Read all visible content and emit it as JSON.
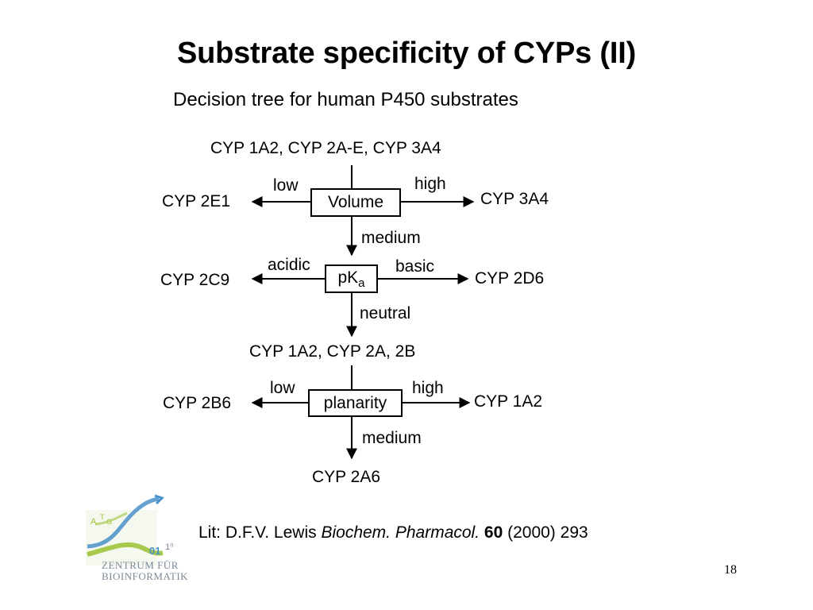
{
  "slide": {
    "title": "Substrate specificity of CYPs (II)",
    "subtitle": "Decision tree for human P450 substrates",
    "page_number": "18"
  },
  "tree": {
    "level1": {
      "top_label": "CYP 1A2, CYP 2A-E, CYP 3A4",
      "node": "Volume",
      "left_branch": "low",
      "left_result": "CYP 2E1",
      "right_branch": "high",
      "right_result": "CYP 3A4",
      "down_branch": "medium"
    },
    "level2": {
      "node_base": "pK",
      "node_sub": "a",
      "left_branch": "acidic",
      "left_result": "CYP 2C9",
      "right_branch": "basic",
      "right_result": "CYP 2D6",
      "down_branch": "neutral",
      "down_result": "CYP 1A2, CYP 2A, 2B"
    },
    "level3": {
      "node": "planarity",
      "left_branch": "low",
      "left_result": "CYP 2B6",
      "right_branch": "high",
      "right_result": "CYP 1A2",
      "down_branch": "medium",
      "down_result": "CYP 2A6"
    }
  },
  "reference": {
    "prefix": "Lit: D.F.V. Lewis ",
    "journal": "Biochem. Pharmacol.",
    "volume": "60",
    "rest": " (2000) 293"
  },
  "logo": {
    "line1": "ZENTRUM FÜR",
    "line2": "BIOINFORMATIK",
    "digits_left": "01",
    "digits_right": "1⁰"
  },
  "colors": {
    "logo_blue": "#4a90c8",
    "logo_green": "#9ec43a",
    "logo_grey": "#7b8a9a"
  }
}
